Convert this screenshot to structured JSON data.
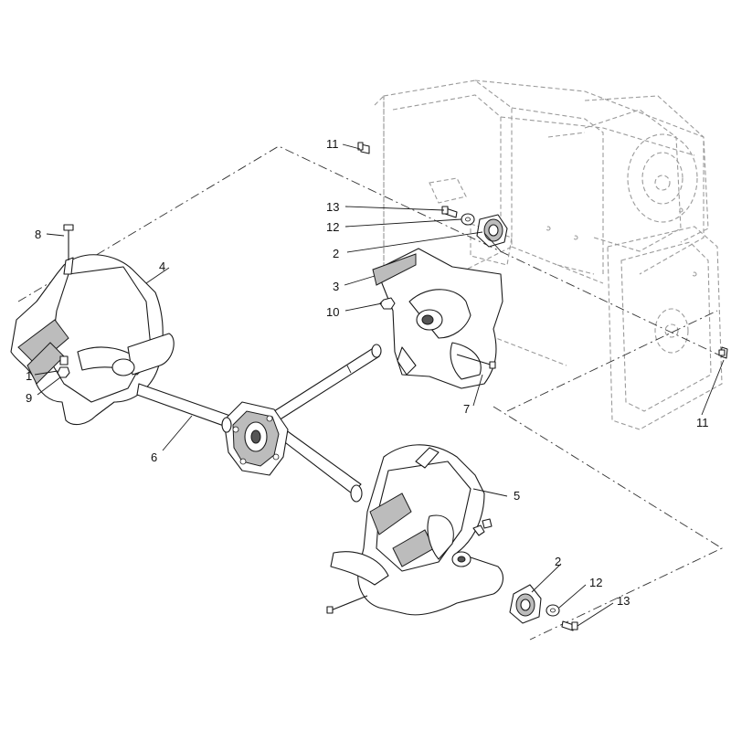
{
  "callouts": [
    {
      "label": "1"
    },
    {
      "label": "2"
    },
    {
      "label": "2"
    },
    {
      "label": "3"
    },
    {
      "label": "4"
    },
    {
      "label": "5"
    },
    {
      "label": "6"
    },
    {
      "label": "7"
    },
    {
      "label": "8"
    },
    {
      "label": "9"
    },
    {
      "label": "10"
    },
    {
      "label": "11"
    },
    {
      "label": "11"
    },
    {
      "label": "12"
    },
    {
      "label": "12"
    },
    {
      "label": "13"
    },
    {
      "label": "13"
    }
  ]
}
